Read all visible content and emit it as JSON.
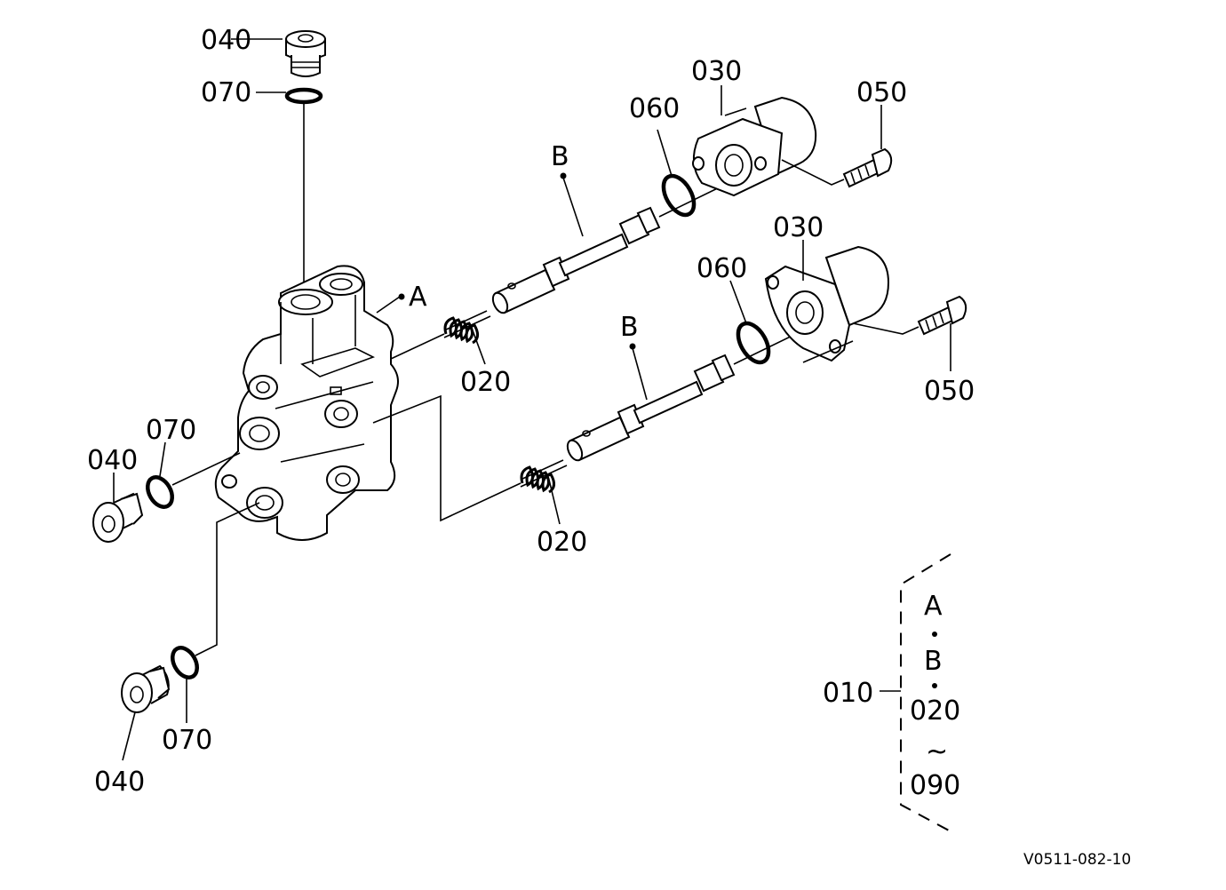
{
  "labels": {
    "plug_top": "040",
    "oring_top": "070",
    "plug_left": "040",
    "oring_left": "070",
    "plug_bottom": "040",
    "oring_bottom": "070",
    "solenoid_upper": "030",
    "solenoid_lower": "030",
    "bolt_upper": "050",
    "bolt_lower": "050",
    "oring_sol_upper": "060",
    "oring_sol_lower": "060",
    "spring_upper": "020",
    "spring_lower": "020",
    "spool_upper": "B",
    "spool_lower": "B",
    "body": "A"
  },
  "assembly": {
    "part": "010",
    "items": [
      "A",
      "B",
      "020",
      "090"
    ],
    "separator": "~"
  },
  "ref_code": "V0511-082-10"
}
